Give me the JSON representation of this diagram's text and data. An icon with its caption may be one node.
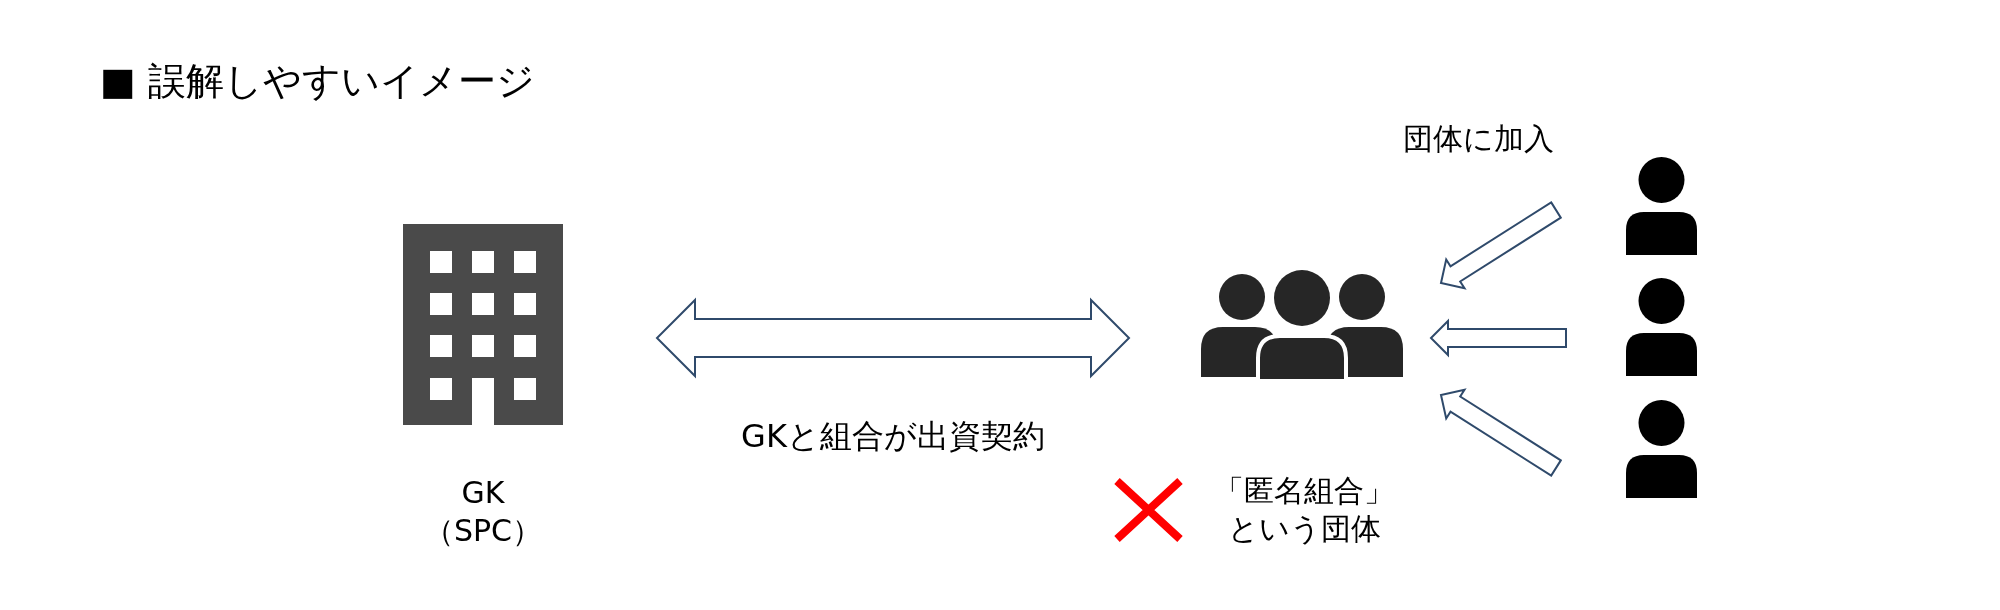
{
  "diagram": {
    "title": "■ 誤解しやすいイメージ",
    "nodes": [
      {
        "text": [],
        "shape": "picture",
        "beside": [
          "GK （SPC）"
        ]
      },
      {
        "text": [],
        "shape": "picture",
        "beside": [
          "「匿名組合」という団体"
        ]
      },
      {
        "text": [],
        "shape": "person"
      },
      {
        "text": [],
        "shape": "person"
      },
      {
        "text": [],
        "shape": "person"
      }
    ],
    "edges": [
      {
        "from": 0,
        "to": 1,
        "arrow": "both",
        "label": "GKと組合が出資契約"
      },
      {
        "from": 2,
        "to": 1,
        "arrow": "to"
      },
      {
        "from": 3,
        "to": 1,
        "arrow": "to"
      },
      {
        "from": 4,
        "to": 1,
        "arrow": "to"
      }
    ],
    "labels": [
      "団体に加入"
    ]
  }
}
